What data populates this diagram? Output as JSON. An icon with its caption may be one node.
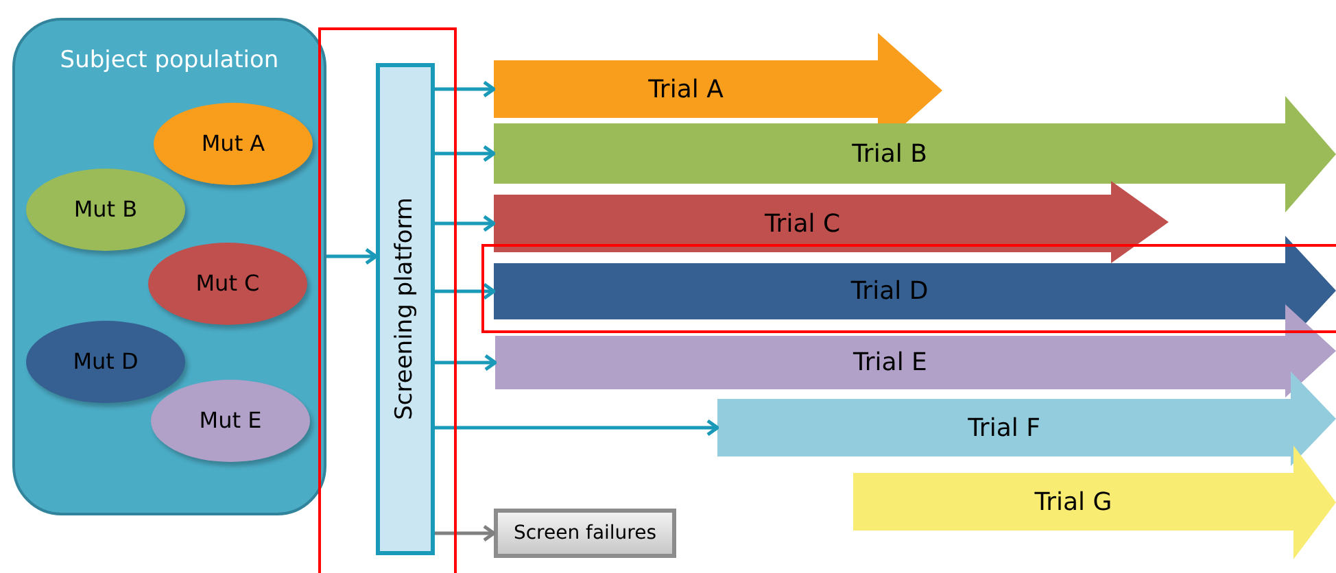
{
  "diagram": {
    "nodes": [
      {
        "text": [
          "Subject population"
        ]
      },
      {
        "text": [
          "Mut A"
        ],
        "in": 0
      },
      {
        "text": [
          "Mut B"
        ],
        "in": 0
      },
      {
        "text": [
          "Mut C"
        ],
        "in": 0
      },
      {
        "text": [
          "Mut D"
        ],
        "in": 0
      },
      {
        "text": [
          "Mut E"
        ],
        "in": 0
      },
      {
        "text": [
          "Screening platform"
        ]
      },
      {
        "text": [
          "Trial A"
        ]
      },
      {
        "text": [
          "Trial B"
        ]
      },
      {
        "text": [
          "Trial C"
        ]
      },
      {
        "text": [
          "Trial D"
        ]
      },
      {
        "text": [
          "Trial E"
        ]
      },
      {
        "text": [
          "Trial F"
        ]
      },
      {
        "text": [
          "Trial G"
        ]
      },
      {
        "text": [
          "Screen failures"
        ]
      }
    ],
    "edges": [
      {
        "from": 0,
        "to": 6,
        "arrow": "to"
      },
      {
        "from": 6,
        "to": 7,
        "arrow": "to"
      },
      {
        "from": 6,
        "to": 8,
        "arrow": "to"
      },
      {
        "from": 6,
        "to": 9,
        "arrow": "to"
      },
      {
        "from": 6,
        "to": 10,
        "arrow": "to"
      },
      {
        "from": 6,
        "to": 11,
        "arrow": "to"
      },
      {
        "from": 6,
        "to": 12,
        "arrow": "to"
      },
      {
        "from": 6,
        "to": 14,
        "arrow": "to",
        "color": "#808080"
      }
    ]
  }
}
